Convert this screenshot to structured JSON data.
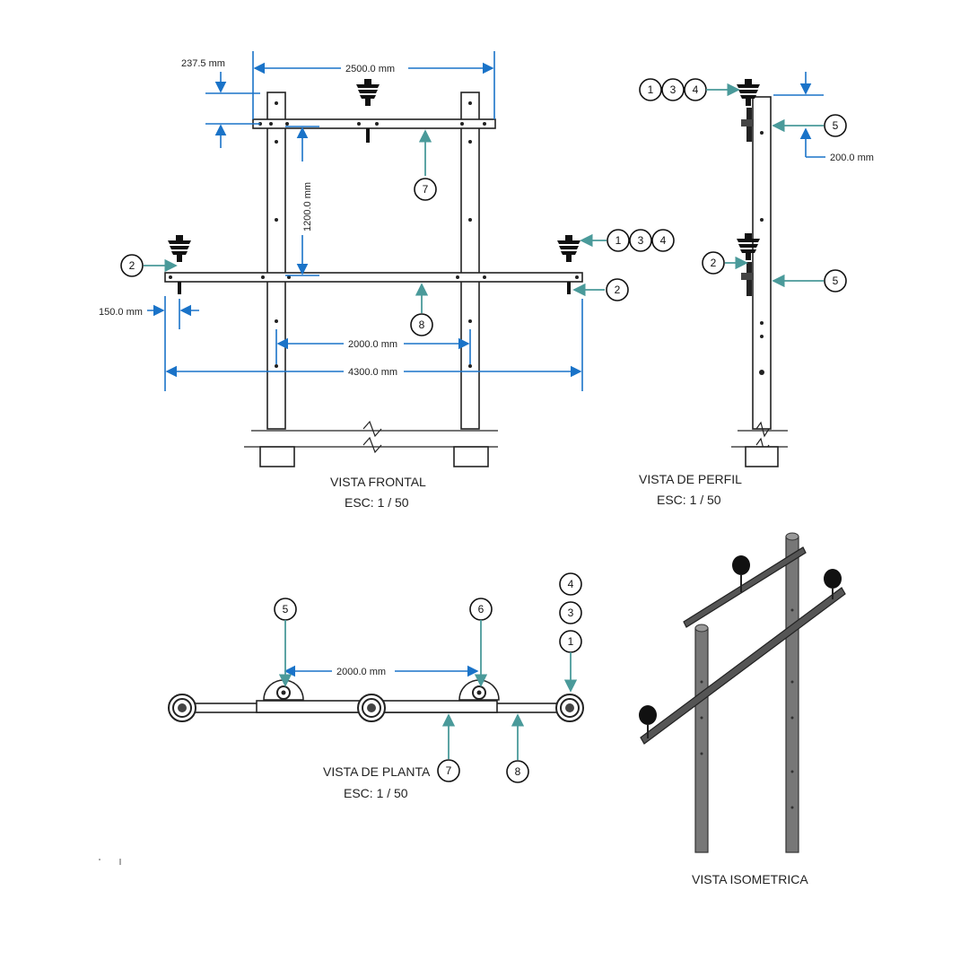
{
  "front_view": {
    "title": "VISTA FRONTAL",
    "scale": "ESC: 1 / 50",
    "dim_237": "237.5 mm",
    "dim_2500": "2500.0 mm",
    "dim_1200": "1200.0 mm",
    "dim_150": "150.0 mm",
    "dim_2000": "2000.0 mm",
    "dim_4300": "4300.0 mm",
    "callout_7": "7",
    "callout_8": "8",
    "callout_2_left": "2",
    "callout_2_right": "2",
    "callout_1": "1",
    "callout_3": "3",
    "callout_4": "4"
  },
  "profile_view": {
    "title": "VISTA DE PERFIL",
    "scale": "ESC: 1 / 50",
    "dim_200": "200.0 mm",
    "callout_top_1": "1",
    "callout_top_3": "3",
    "callout_top_4": "4",
    "callout_5_top": "5",
    "callout_2": "2",
    "callout_5_bottom": "5"
  },
  "plan_view": {
    "title": "VISTA DE PLANTA",
    "scale": "ESC: 1 / 50",
    "dim_2000": "2000.0 mm",
    "callout_5": "5",
    "callout_6": "6",
    "callout_4": "4",
    "callout_3": "3",
    "callout_1": "1",
    "callout_7": "7",
    "callout_8": "8"
  },
  "iso_view": {
    "title": "VISTA ISOMETRICA"
  },
  "colors": {
    "dimension": "#1a73c8",
    "leader": "#4a9a9a",
    "line": "#222222"
  }
}
